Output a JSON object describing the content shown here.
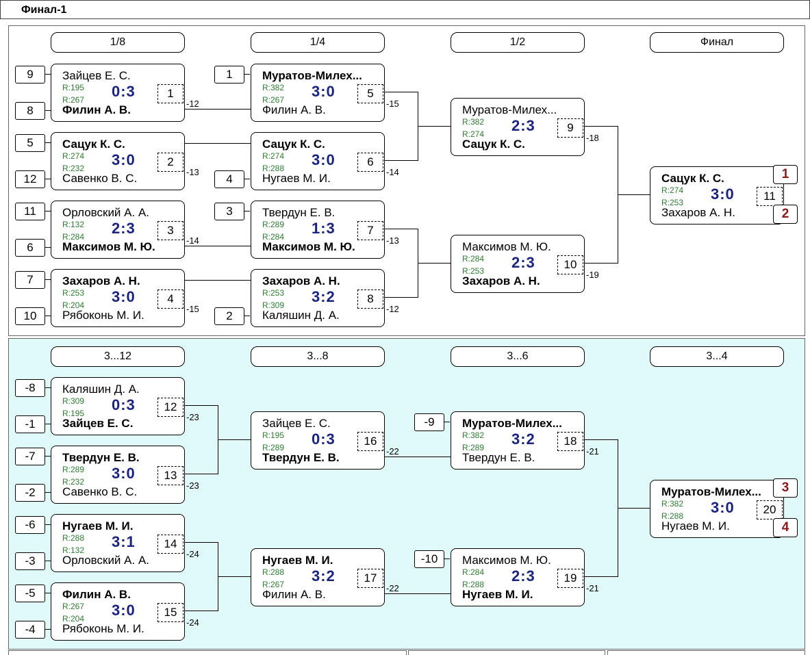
{
  "title": "Финал-1",
  "main": {
    "headers": [
      "1/8",
      "1/4",
      "1/2",
      "Финал"
    ],
    "seeds": [
      "9",
      "8",
      "5",
      "12",
      "11",
      "6",
      "7",
      "10",
      "1",
      "4",
      "3",
      "2"
    ],
    "matches": [
      {
        "num": "1",
        "p1": "Зайцев Е. С.",
        "r1": "R:195",
        "p2": "Филин А. В.",
        "r2": "R:267",
        "score": "0:3",
        "winner": 2,
        "loser_goes": "-12"
      },
      {
        "num": "2",
        "p1": "Сацук К. С.",
        "r1": "R:274",
        "p2": "Савенко В. С.",
        "r2": "R:232",
        "score": "3:0",
        "winner": 1,
        "loser_goes": "-13"
      },
      {
        "num": "3",
        "p1": "Орловский А. А.",
        "r1": "R:132",
        "p2": "Максимов М. Ю.",
        "r2": "R:284",
        "score": "2:3",
        "winner": 2,
        "loser_goes": "-14"
      },
      {
        "num": "4",
        "p1": "Захаров А. Н.",
        "r1": "R:253",
        "p2": "Рябоконь М. И.",
        "r2": "R:204",
        "score": "3:0",
        "winner": 1,
        "loser_goes": "-15"
      },
      {
        "num": "5",
        "p1": "Муратов-Милех...",
        "r1": "R:382",
        "p2": "Филин А. В.",
        "r2": "R:267",
        "score": "3:0",
        "winner": 1,
        "loser_goes": "-15"
      },
      {
        "num": "6",
        "p1": "Сацук К. С.",
        "r1": "R:274",
        "p2": "Нугаев М. И.",
        "r2": "R:288",
        "score": "3:0",
        "winner": 1,
        "loser_goes": "-14"
      },
      {
        "num": "7",
        "p1": "Твердун Е. В.",
        "r1": "R:289",
        "p2": "Максимов М. Ю.",
        "r2": "R:284",
        "score": "1:3",
        "winner": 2,
        "loser_goes": "-13"
      },
      {
        "num": "8",
        "p1": "Захаров А. Н.",
        "r1": "R:253",
        "p2": "Каляшин Д. А.",
        "r2": "R:309",
        "score": "3:2",
        "winner": 1,
        "loser_goes": "-12"
      },
      {
        "num": "9",
        "p1": "Муратов-Милех...",
        "r1": "R:382",
        "p2": "Сацук К. С.",
        "r2": "R:274",
        "score": "2:3",
        "winner": 2,
        "loser_goes": "-18"
      },
      {
        "num": "10",
        "p1": "Максимов М. Ю.",
        "r1": "R:284",
        "p2": "Захаров А. Н.",
        "r2": "R:253",
        "score": "2:3",
        "winner": 2,
        "loser_goes": "-19"
      },
      {
        "num": "11",
        "p1": "Сацук К. С.",
        "r1": "R:274",
        "p2": "Захаров А. Н.",
        "r2": "R:253",
        "score": "3:0",
        "winner": 1,
        "loser_goes": ""
      }
    ],
    "places": [
      "1",
      "2"
    ]
  },
  "consolation": {
    "headers": [
      "3...12",
      "3...8",
      "3...6",
      "3...4"
    ],
    "seeds": [
      "-8",
      "-1",
      "-7",
      "-2",
      "-6",
      "-3",
      "-5",
      "-4",
      "-9",
      "-10"
    ],
    "matches": [
      {
        "num": "12",
        "p1": "Каляшин Д. А.",
        "r1": "R:309",
        "p2": "Зайцев Е. С.",
        "r2": "R:195",
        "score": "0:3",
        "winner": 2,
        "loser_goes": "-23"
      },
      {
        "num": "13",
        "p1": "Твердун Е. В.",
        "r1": "R:289",
        "p2": "Савенко В. С.",
        "r2": "R:232",
        "score": "3:0",
        "winner": 1,
        "loser_goes": "-23"
      },
      {
        "num": "14",
        "p1": "Нугаев М. И.",
        "r1": "R:288",
        "p2": "Орловский А. А.",
        "r2": "R:132",
        "score": "3:1",
        "winner": 1,
        "loser_goes": "-24"
      },
      {
        "num": "15",
        "p1": "Филин А. В.",
        "r1": "R:267",
        "p2": "Рябоконь М. И.",
        "r2": "R:204",
        "score": "3:0",
        "winner": 1,
        "loser_goes": "-24"
      },
      {
        "num": "16",
        "p1": "Зайцев Е. С.",
        "r1": "R:195",
        "p2": "Твердун Е. В.",
        "r2": "R:289",
        "score": "0:3",
        "winner": 2,
        "loser_goes": "-22"
      },
      {
        "num": "17",
        "p1": "Нугаев М. И.",
        "r1": "R:288",
        "p2": "Филин А. В.",
        "r2": "R:267",
        "score": "3:2",
        "winner": 1,
        "loser_goes": "-22"
      },
      {
        "num": "18",
        "p1": "Муратов-Милех...",
        "r1": "R:382",
        "p2": "Твердун Е. В.",
        "r2": "R:289",
        "score": "3:2",
        "winner": 1,
        "loser_goes": "-21"
      },
      {
        "num": "19",
        "p1": "Максимов М. Ю.",
        "r1": "R:284",
        "p2": "Нугаев М. И.",
        "r2": "R:288",
        "score": "2:3",
        "winner": 2,
        "loser_goes": "-21"
      },
      {
        "num": "20",
        "p1": "Муратов-Милех...",
        "r1": "R:382",
        "p2": "Нугаев М. И.",
        "r2": "R:288",
        "score": "3:0",
        "winner": 1,
        "loser_goes": ""
      }
    ],
    "places": [
      "3",
      "4"
    ]
  }
}
